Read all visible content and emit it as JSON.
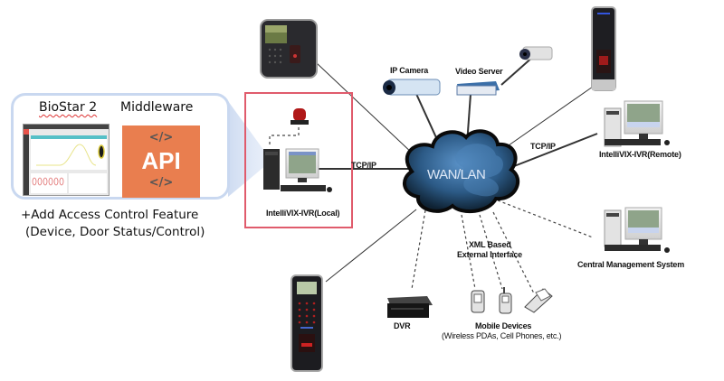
{
  "callout": {
    "biostar_title": "BioStar 2",
    "middleware_title": "Middleware",
    "api_code_top": "</>",
    "api_label": "API",
    "api_code_bottom": "</>",
    "feature_line1": "+Add Access Control Feature",
    "feature_line2": "(Device, Door Status/Control)"
  },
  "nodes": {
    "local": "IntelliVIX-IVR(Local)",
    "ip_camera": "IP Camera",
    "video_server": "Video Server",
    "remote": "IntelliVIX-IVR(Remote)",
    "cms": "Central Management System",
    "network": "WAN/LAN",
    "dvr": "DVR",
    "mobile": "Mobile Devices",
    "mobile_sub": "(Wireless PDAs, Cell Phones, etc.)",
    "xml_line1": "XML Based",
    "xml_line2": "External Interface"
  },
  "links": {
    "tcp_local": "TCP/IP",
    "tcp_remote": "TCP/IP"
  },
  "colors": {
    "highlight_border": "#e05b6c",
    "callout_border": "#c9d8f0",
    "api_fill": "#e97e4f",
    "cloud_fill": "#2f5f8a"
  }
}
